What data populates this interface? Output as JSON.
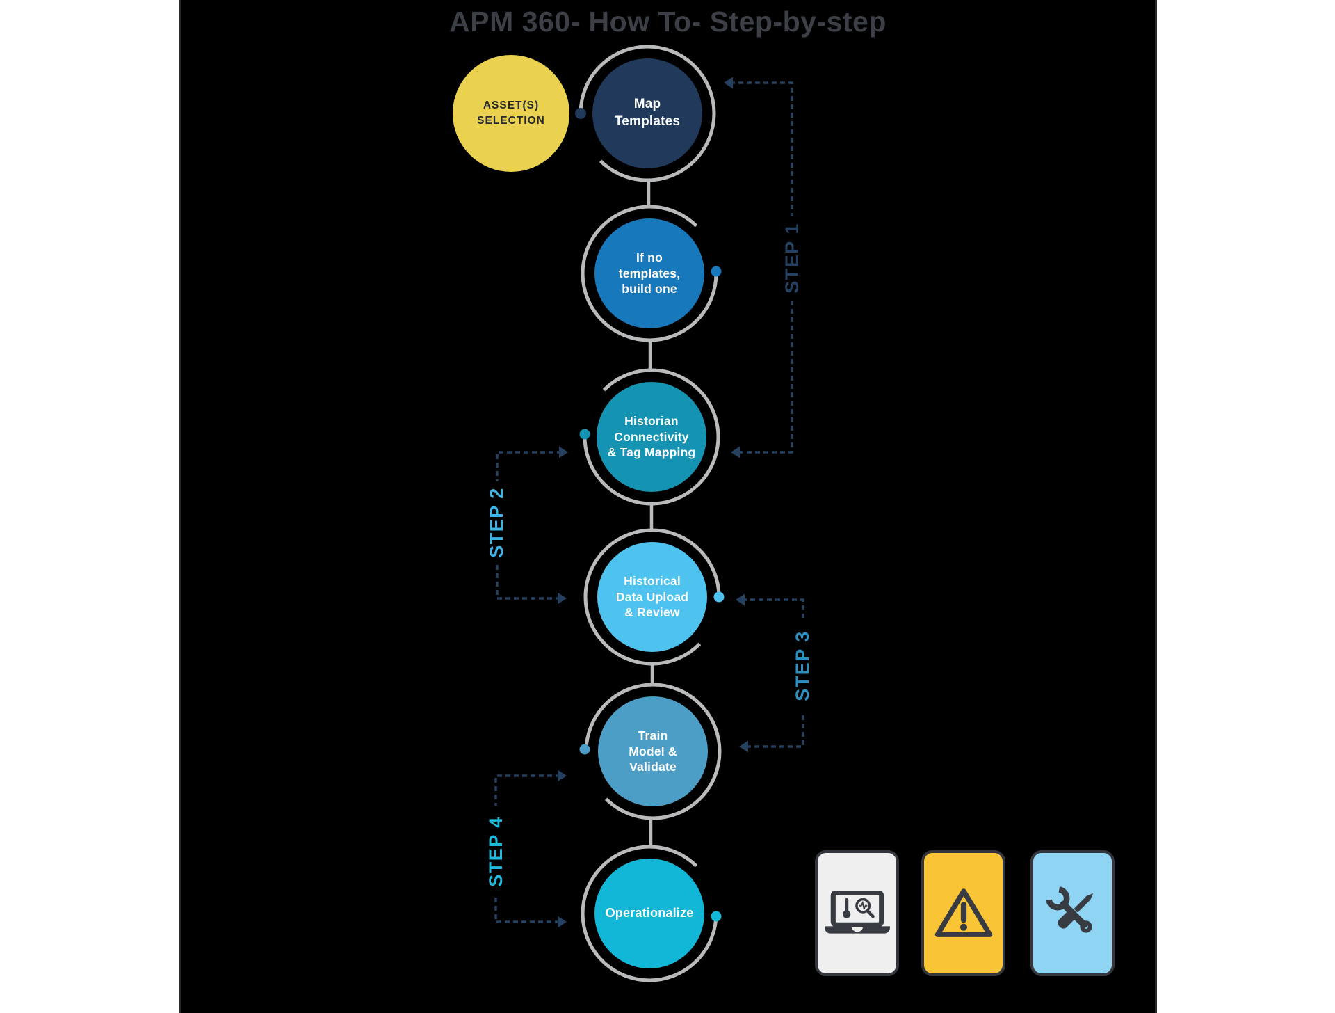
{
  "title": "APM 360- How To- Step-by-step",
  "start_node": {
    "label": "ASSET(S) SELECTION",
    "lines": [
      "ASSET(S)",
      "SELECTION"
    ],
    "color": "#EAD14F",
    "text_color": "#26292F"
  },
  "steps": [
    {
      "label": "Map Templates",
      "lines": [
        "Map",
        "Templates"
      ],
      "color": "#21395A"
    },
    {
      "label": "If no templates, build one",
      "lines": [
        "If no",
        "templates,",
        "build one"
      ],
      "color": "#1878BC"
    },
    {
      "label": "Historian Connectivity & Tag Mapping",
      "lines": [
        "Historian",
        "Connectivity",
        "& Tag Mapping"
      ],
      "color": "#1593B2"
    },
    {
      "label": "Historical Data Upload & Review",
      "lines": [
        "Historical",
        "Data Upload",
        "& Review"
      ],
      "color": "#4FC3F0"
    },
    {
      "label": "Train Model & Validate",
      "lines": [
        "Train",
        "Model &",
        "Validate"
      ],
      "color": "#4D9EC6"
    },
    {
      "label": "Operationalize",
      "lines": [
        "Operationalize"
      ],
      "color": "#12B6D7"
    }
  ],
  "brackets": [
    {
      "label": "STEP 1",
      "color": "#25415F"
    },
    {
      "label": "STEP 2",
      "color": "#3CB4E7"
    },
    {
      "label": "STEP 3",
      "color": "#2D8EC0"
    },
    {
      "label": "STEP 4",
      "color": "#20BADD"
    }
  ],
  "cards": [
    {
      "icon": "laptop-diagnostics-icon",
      "bg": "#EFEFEF"
    },
    {
      "icon": "warning-triangle-icon",
      "bg": "#F9C435"
    },
    {
      "icon": "crossed-tools-icon",
      "bg": "#8FD4F2"
    }
  ],
  "colors": {
    "ring": "#B9BABC",
    "dash": "#25415F",
    "icon": "#383B41",
    "title": "#3C4046",
    "canvas_bg": "#000000",
    "page_bg": "#FFFFFF"
  }
}
